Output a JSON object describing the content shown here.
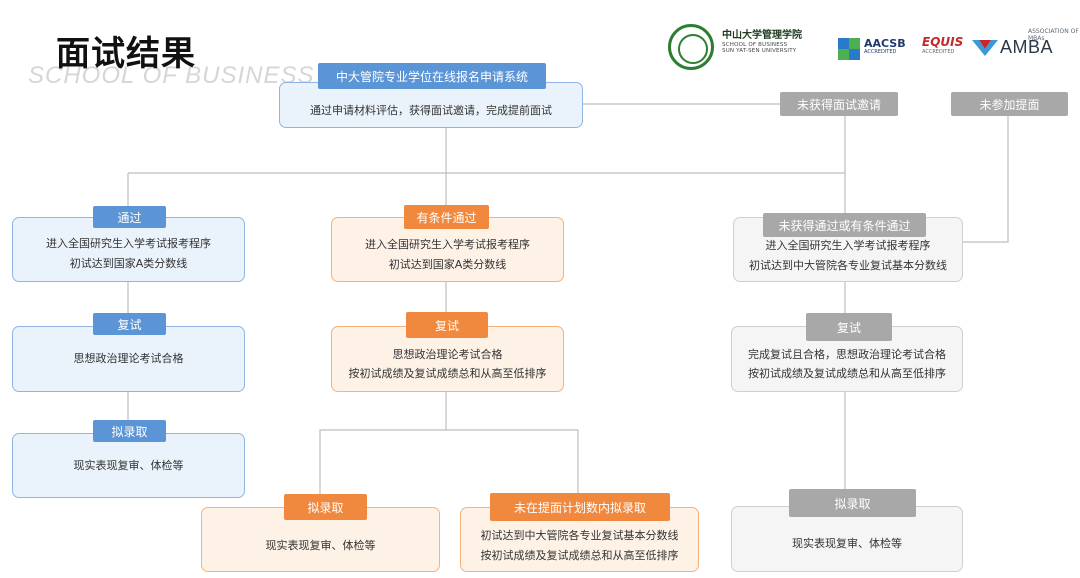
{
  "header": {
    "title": "面试结果",
    "watermark": "SCHOOL OF BUSINESS S"
  },
  "logos": {
    "sysu_cn": "中山大学管理学院",
    "sysu_en_1": "SCHOOL OF BUSINESS",
    "sysu_en_2": "SUN YAT-SEN UNIVERSITY",
    "aacsb": "AACSB",
    "aacsb_sub": "ACCREDITED",
    "equis": "EQUIS",
    "equis_sub": "ACCREDITED",
    "amba_assoc": "ASSOCIATION OF MBAs",
    "amba": "AMBA"
  },
  "top": {
    "system_tag": "中大管院专业学位在线报名申请系统",
    "system_text": "通过申请材料评估，获得面试邀请，完成提前面试",
    "not_invited": "未获得面试邀请",
    "not_attended": "未参加提面"
  },
  "left": {
    "pass_tag": "通过",
    "pass_text": "进入全国研究生入学考试报考程序\n初试达到国家A类分数线",
    "retest_tag": "复试",
    "retest_text": "思想政治理论考试合格",
    "admit_tag": "拟录取",
    "admit_text": "现实表现复审、体检等"
  },
  "middle": {
    "cond_tag": "有条件通过",
    "cond_text": "进入全国研究生入学考试报考程序\n初试达到国家A类分数线",
    "retest_tag": "复试",
    "retest_text": "思想政治理论考试合格\n按初试成绩及复试成绩总和从高至低排序",
    "admit_tag": "拟录取",
    "admit_text": "现实表现复审、体检等",
    "outplan_tag": "未在提面计划数内拟录取",
    "outplan_text": "初试达到中大管院各专业复试基本分数线\n按初试成绩及复试成绩总和从高至低排序"
  },
  "right": {
    "fail_tag": "未获得通过或有条件通过",
    "fail_text": "进入全国研究生入学考试报考程序\n初试达到中大管院各专业复试基本分数线",
    "retest_tag": "复试",
    "retest_text": "完成复试且合格，思想政治理论考试合格\n按初试成绩及复试成绩总和从高至低排序",
    "admit_tag": "拟录取",
    "admit_text": "现实表现复审、体检等"
  },
  "colors": {
    "blue": "#5b95d6",
    "orange": "#f0883e",
    "gray": "#a8a8a8",
    "sysu_green": "#2e7d32"
  }
}
